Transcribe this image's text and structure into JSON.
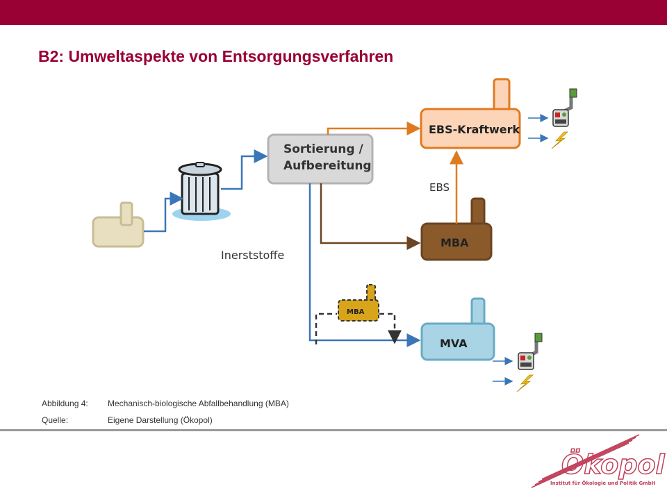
{
  "header": {
    "title": "B2: Umweltaspekte von Entsorgungsverfahren"
  },
  "diagram": {
    "sorting_label_line1": "Sortierung /",
    "sorting_label_line2": "Aufbereitung",
    "ebs_kraftwerk_label": "EBS-Kraftwerk",
    "ebs_label": "EBS",
    "mba_label": "MBA",
    "mba_small_label": "MBA",
    "inertstoffe_label": "Inerststoffe",
    "mva_label": "MVA"
  },
  "caption": {
    "figure_key": "Abbildung 4:",
    "figure_value": "Mechanisch-biologische Abfallbehandlung (MBA)",
    "source_key": "Quelle:",
    "source_value": "Eigene Darstellung (Ökopol)"
  },
  "logo": {
    "name": "Ökopol",
    "subtitle": "Institut für Ökologie und Politik GmbH"
  },
  "colors": {
    "brand": "#990033",
    "ebs_orange": "#e07a1f",
    "mba_brown": "#8b5a2b",
    "mva_blue": "#6aaac4",
    "flow_blue": "#3a76b8"
  }
}
